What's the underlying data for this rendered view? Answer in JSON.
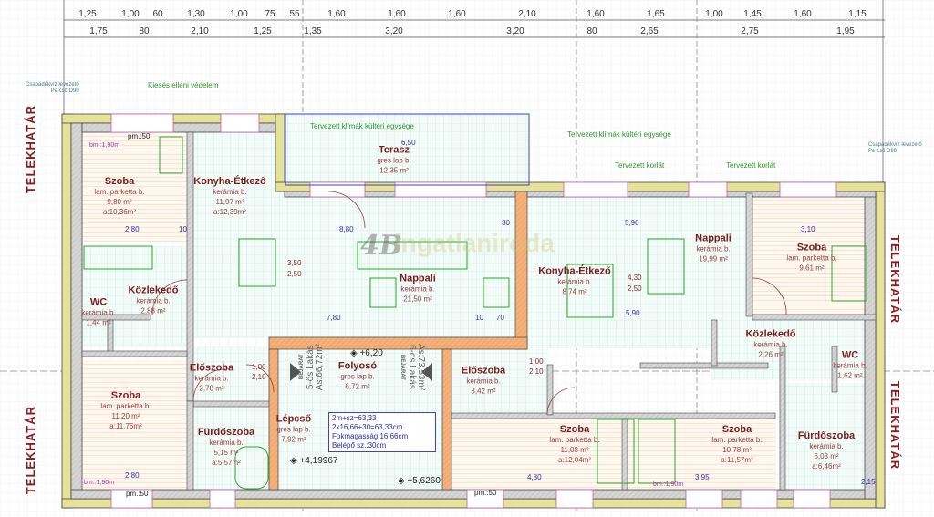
{
  "dimensions": {
    "top_row1": [
      "1,25",
      "1,00",
      "60",
      "1,30",
      "1,00",
      "75",
      "55",
      "1,60",
      "1,60",
      "1,60",
      "2,10",
      "1,60",
      "1,65",
      "1,00",
      "1,45",
      "1,60",
      "1,15"
    ],
    "top_row2": [
      "1,75",
      "80",
      "2,10",
      "1,25",
      "1,35",
      "3,20",
      "3,20",
      "80",
      "2,65",
      "2,75",
      "1,95"
    ],
    "interior": [
      "2,80",
      "10",
      "8,80",
      "30",
      "5,90",
      "3,10",
      "7,80",
      "10",
      "70",
      "5,90",
      "3,50",
      "2,50",
      "4,30",
      "2,50",
      "6,50",
      "2,80",
      "4,80",
      "3,95",
      "2,15",
      "1,00",
      "2,10",
      "1,00",
      "2,10"
    ]
  },
  "boundary_label": "TELEKHATÁR",
  "annotations": {
    "fall_protection": "Kiesés elleni védelem",
    "ac_unit": "Tervezett klímák kültéri egysége",
    "railing": "Tervezett korlát",
    "downpipe_line1": "Csapadékvíz levezető",
    "downpipe_line2": "Pe cső D90"
  },
  "rooms": {
    "szoba_left_top": {
      "name": "Szoba",
      "floor": "lam. parketta b.",
      "area": "9,80 m²",
      "a": "a:10,36m²"
    },
    "konyha_left": {
      "name": "Konyha-Étkező",
      "floor": "kerámia b.",
      "area": "11,97 m²",
      "a": "a:12,39m²"
    },
    "terasz": {
      "name": "Terasz",
      "floor": "gres lap b.",
      "area": "12,35 m²"
    },
    "nappali_left": {
      "name": "Nappali",
      "floor": "kerámia b.",
      "area": "21,50 m²"
    },
    "kozlekedo_left": {
      "name": "Közlekedő",
      "floor": "kerámia b.",
      "area": "2,88 m²"
    },
    "wc_left": {
      "name": "WC",
      "floor": "kerámia b.",
      "area": "1,44 m²"
    },
    "eloszoba_left": {
      "name": "Előszoba",
      "floor": "kerámia b.",
      "area": "2,78 m²"
    },
    "szoba_left_bottom": {
      "name": "Szoba",
      "floor": "lam. parketta b.",
      "area": "11,20 m²",
      "a": "a:11,76m²"
    },
    "furdo_left": {
      "name": "Fürdőszoba",
      "floor": "kerámia b.",
      "area": "5,15 m²",
      "a": "a:5,57m²"
    },
    "folyoso": {
      "name": "Folyosó",
      "floor": "gres lap b.",
      "area": "6,72 m²"
    },
    "lepcso": {
      "name": "Lépcső",
      "floor": "gres lap b.",
      "area": "7,92 m²"
    },
    "eloszoba_right": {
      "name": "Előszoba",
      "floor": "kerámia b.",
      "area": "3,42 m²"
    },
    "konyha_right": {
      "name": "Konyha-Étkező",
      "floor": "kerámia b.",
      "area": "8,74 m²"
    },
    "nappali_right": {
      "name": "Nappali",
      "floor": "kerámia b.",
      "area": "19,99 m²"
    },
    "szoba_right_top": {
      "name": "Szoba",
      "floor": "lam. parketta b.",
      "area": "9,61 m²"
    },
    "kozlekedo_right": {
      "name": "Közlekedő",
      "floor": "kerámia b.",
      "area": "2,26 m²"
    },
    "wc_right": {
      "name": "WC",
      "floor": "kerámia b.",
      "area": "1,62 m²"
    },
    "szoba_mid_bottom": {
      "name": "Szoba",
      "floor": "lam. parketta b.",
      "area": "11,08 m²",
      "a": "a:12,04m²"
    },
    "szoba_right_bottom": {
      "name": "Szoba",
      "floor": "lam. parketta b.",
      "area": "10,78 m²",
      "a": "a:11,57m²"
    },
    "furdo_right": {
      "name": "Fürdőszoba",
      "floor": "kerámia b.",
      "area": "6,03 m²",
      "a": "a:6,46m²"
    }
  },
  "stair_info": [
    "2m+sz=63,33",
    "2x16,66+30=63,33cm",
    "Fokmagasság:16,66cm",
    "Belépő sz.:30cm"
  ],
  "apartments": {
    "left": {
      "entry": "BEJÁRAT",
      "name": "5-ös Lakás",
      "area": "As:66,72m²"
    },
    "right": {
      "entry": "BEJÁRAT",
      "name": "6-os Lakás",
      "area": "As:73,53m²"
    }
  },
  "elevations": [
    "+6,20",
    "+4,19967",
    "+5,6260"
  ],
  "sill_labels": {
    "bm": "bm.:1,90m",
    "pm": "pm.:50"
  },
  "watermark": {
    "logo": "4B",
    "text": "ingatlaniroda"
  },
  "colors": {
    "wall_outer": "#e6e29a",
    "wall_party": "#f0a868",
    "wall_inner": "#c8c8c8",
    "room_name": "#7a1c1c",
    "dimension_blue": "#3030b0",
    "annotation_green": "#2a9a2a"
  }
}
